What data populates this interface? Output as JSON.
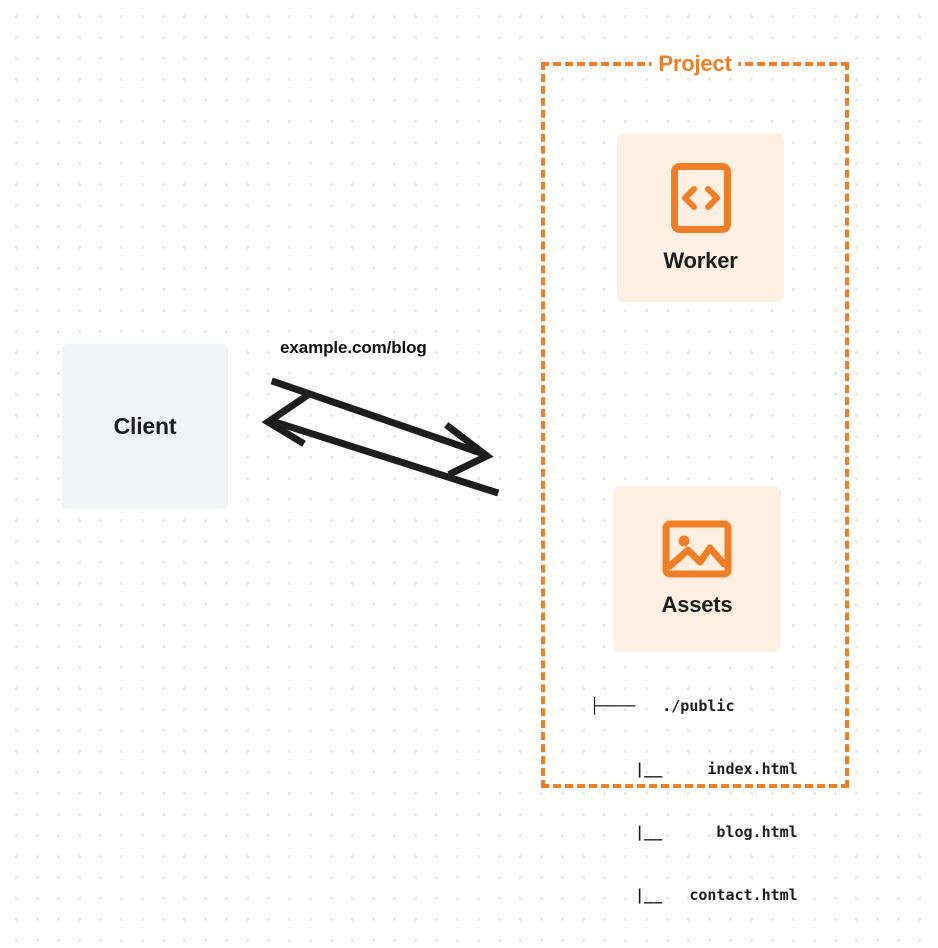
{
  "diagram": {
    "client": {
      "label": "Client"
    },
    "connector": {
      "request_label": "example.com/blog",
      "arrow_color": "#1d1d1d"
    },
    "project": {
      "title": "Project",
      "accent_color": "#ef7f26",
      "card_background": "#fdf0e3",
      "services": [
        {
          "id": "worker",
          "label": "Worker",
          "icon": "code-file-icon"
        },
        {
          "id": "assets",
          "label": "Assets",
          "icon": "image-icon"
        }
      ],
      "asset_tree": [
        "├────   ./public",
        "     |__     index.html",
        "     |__      blog.html",
        "     |__   contact.html"
      ]
    }
  }
}
